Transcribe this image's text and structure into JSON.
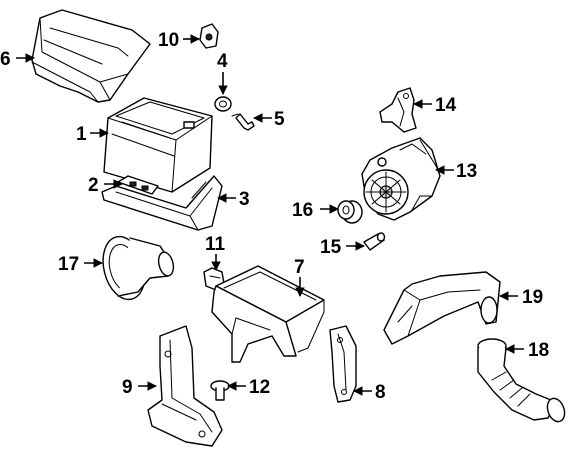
{
  "callouts": [
    {
      "id": "6",
      "label": "6"
    },
    {
      "id": "10",
      "label": "10"
    },
    {
      "id": "4",
      "label": "4"
    },
    {
      "id": "5",
      "label": "5"
    },
    {
      "id": "14",
      "label": "14"
    },
    {
      "id": "1",
      "label": "1"
    },
    {
      "id": "2",
      "label": "2"
    },
    {
      "id": "3",
      "label": "3"
    },
    {
      "id": "13",
      "label": "13"
    },
    {
      "id": "16",
      "label": "16"
    },
    {
      "id": "15",
      "label": "15"
    },
    {
      "id": "11",
      "label": "11"
    },
    {
      "id": "7",
      "label": "7"
    },
    {
      "id": "17",
      "label": "17"
    },
    {
      "id": "19",
      "label": "19"
    },
    {
      "id": "18",
      "label": "18"
    },
    {
      "id": "9",
      "label": "9"
    },
    {
      "id": "12",
      "label": "12"
    },
    {
      "id": "8",
      "label": "8"
    }
  ]
}
